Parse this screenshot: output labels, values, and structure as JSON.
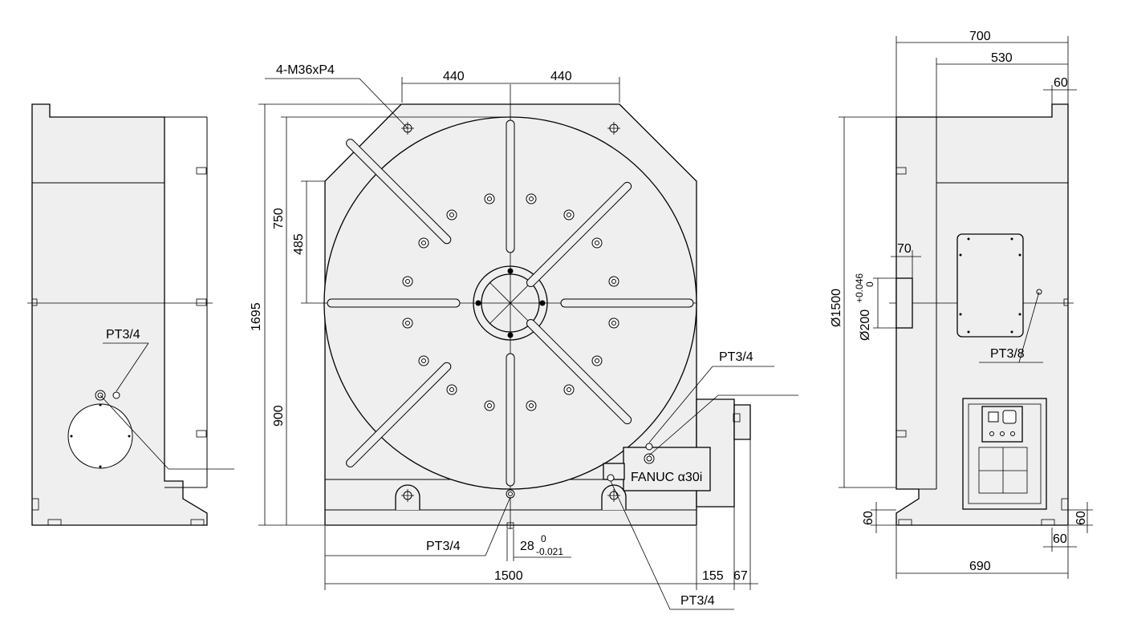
{
  "labels": {
    "thread_callout": "4-M36xP4",
    "dim_440_left": "440",
    "dim_440_right": "440",
    "dim_750": "750",
    "dim_485": "485",
    "dim_1695": "1695",
    "dim_900": "900",
    "dim_1500": "1500",
    "dim_155": "155",
    "dim_67": "67",
    "dim_28": "28",
    "tol_28_upper": "0",
    "tol_28_lower": "-0.021",
    "motor_label": "FANUC  α30i",
    "pt34_left_view": "PT3/4",
    "pt34_front_right": "PT3/4",
    "pt34_front_bottom_left": "PT3/4",
    "pt34_front_bottom_right": "PT3/4",
    "pt38": "PT3/8",
    "dim_700": "700",
    "dim_530": "530",
    "dim_60_top": "60",
    "dim_70": "70",
    "dim_dia200": "Ø200",
    "tol_200_upper": "+0.046",
    "tol_200_lower": "0",
    "dim_dia1500": "Ø1500",
    "dim_60_bottom_left": "60",
    "dim_60_bottom_right": "60",
    "dim_60_bottom_side": "60",
    "dim_690": "690"
  },
  "colors": {
    "body_fill": "#efefef",
    "line": "#000000",
    "background": "#ffffff"
  }
}
